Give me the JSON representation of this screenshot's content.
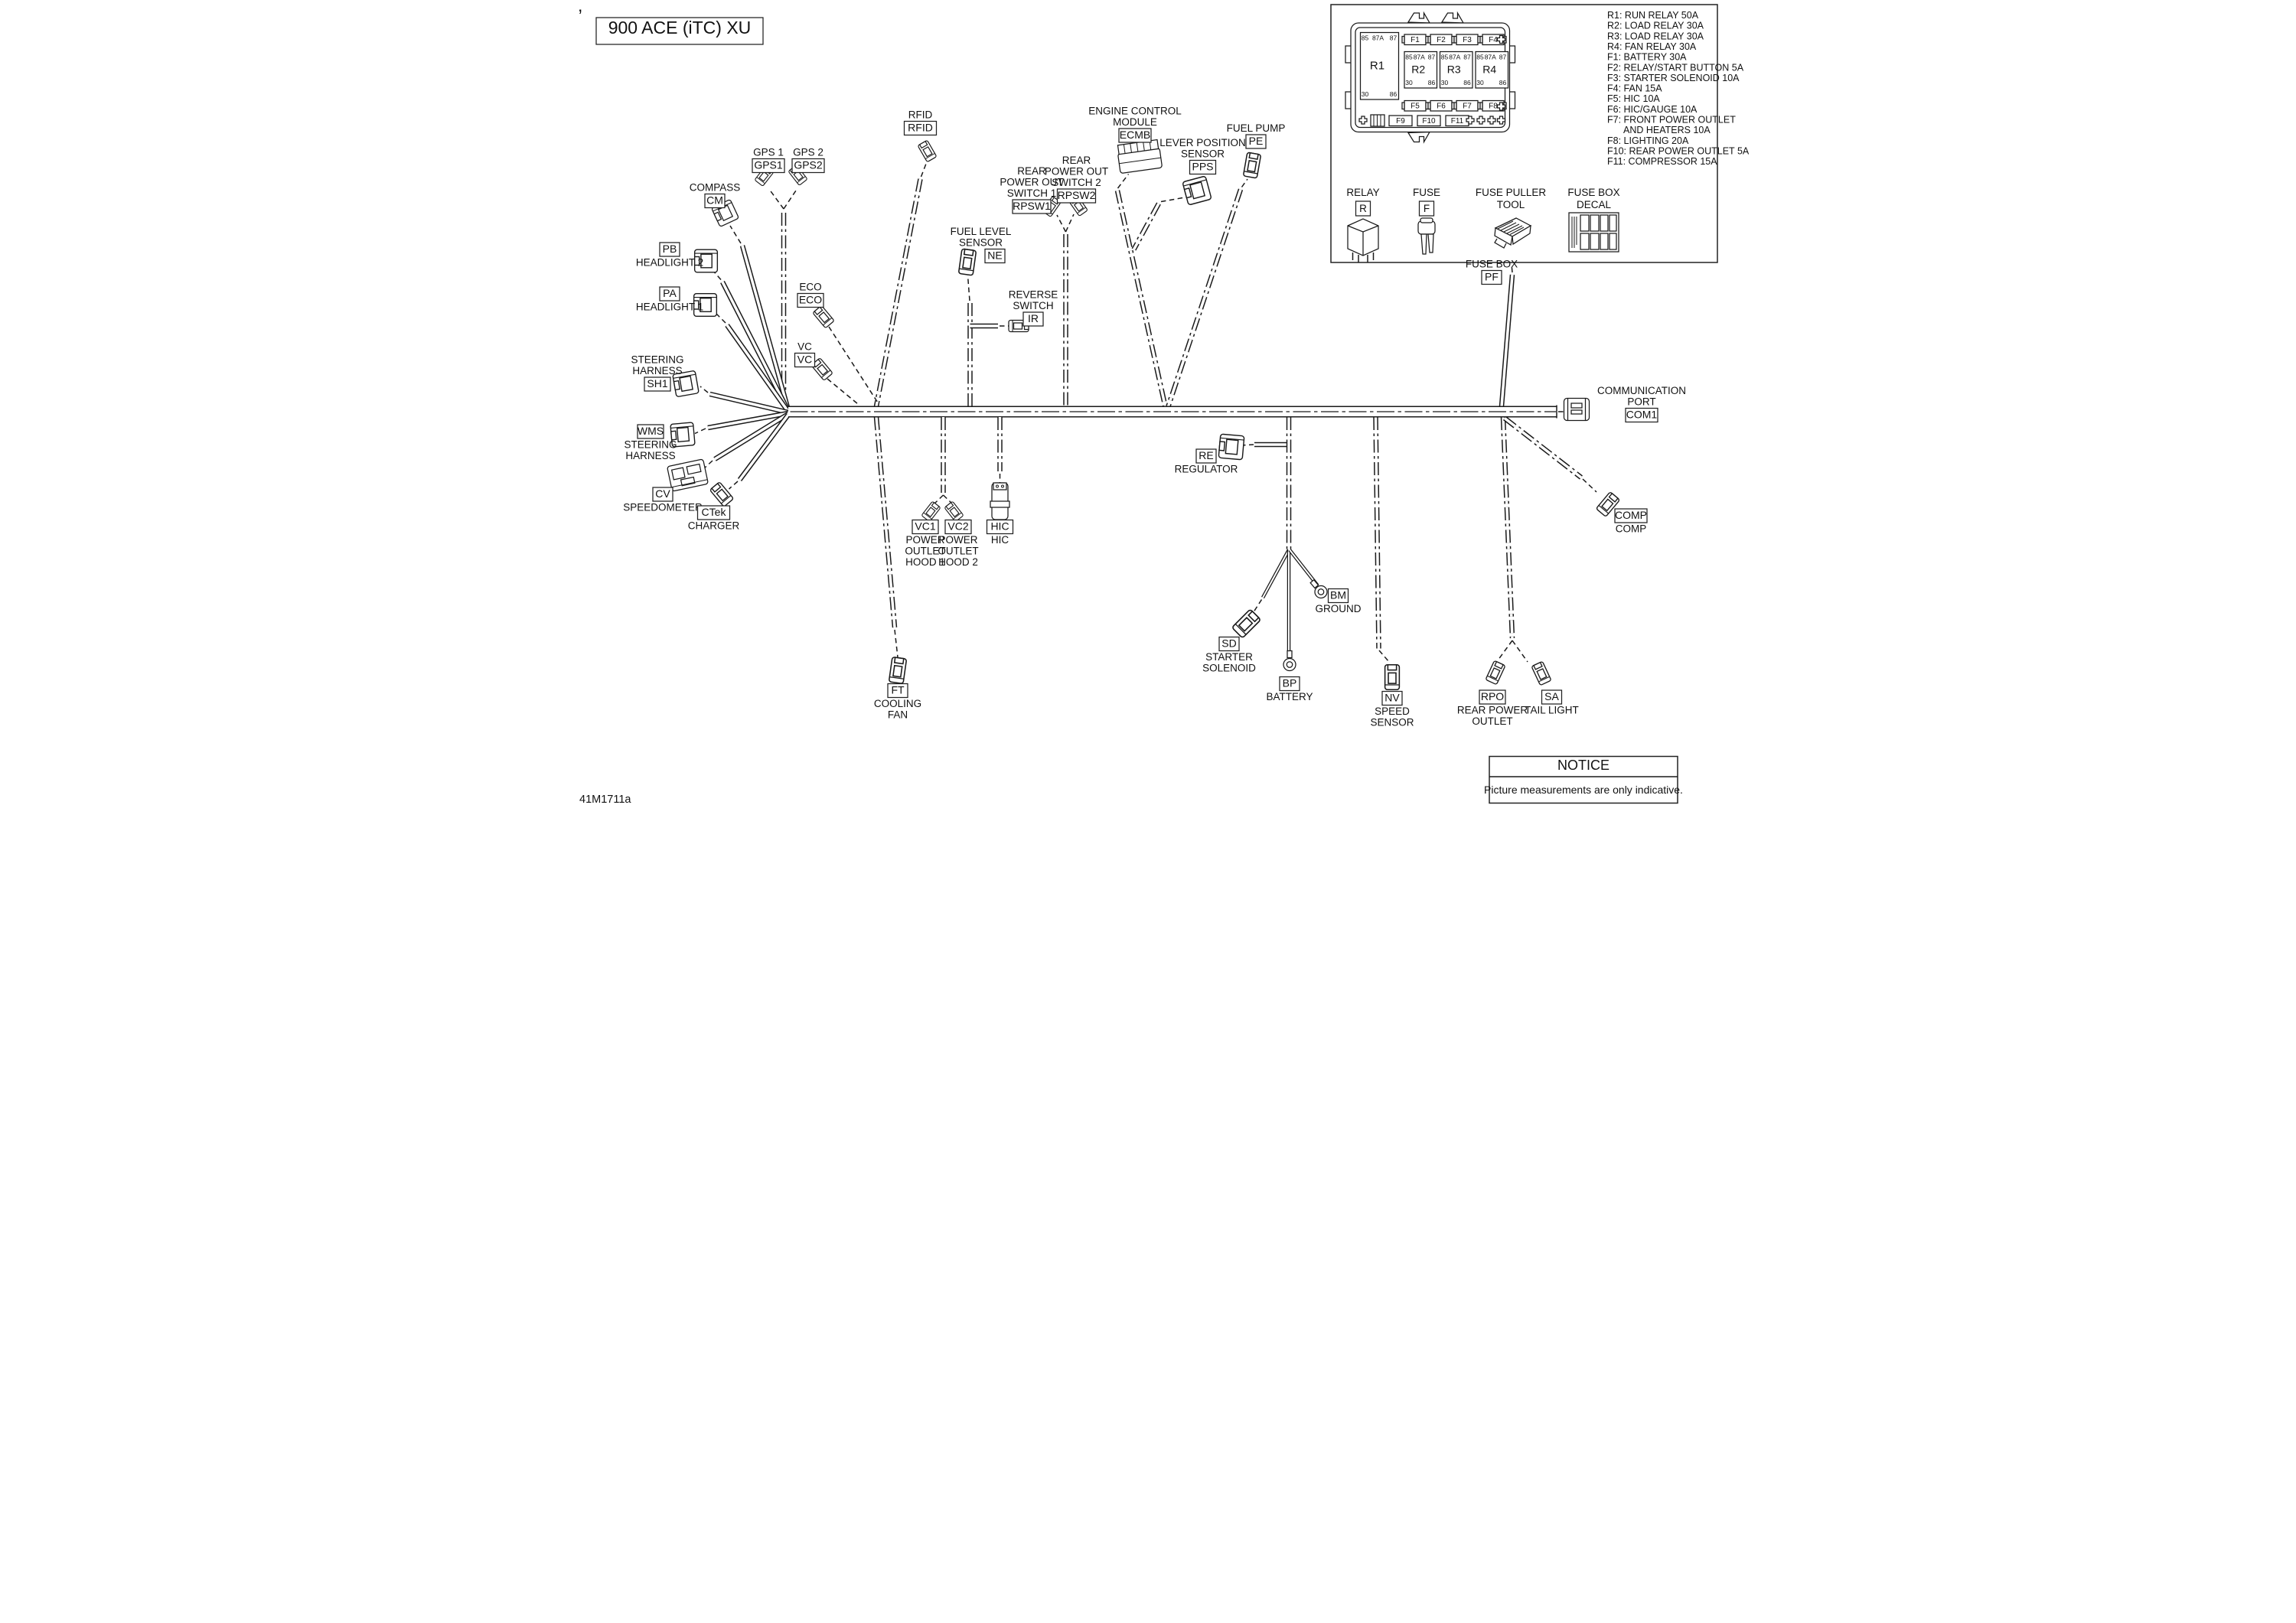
{
  "title": "900 ACE (iTC) XU",
  "drawing_number": "41M1711a",
  "corner_mark": ",",
  "notice": {
    "header": "NOTICE",
    "body": "Picture measurements are only indicative."
  },
  "fuse_panel": {
    "relay_pins_top": [
      "85",
      "87A",
      "87"
    ],
    "relay_pins_bottom": [
      "30",
      "86"
    ],
    "relays": [
      "R1",
      "R2",
      "R3",
      "R4"
    ],
    "fuses_row_top": [
      "F1",
      "F2",
      "F3",
      "F4"
    ],
    "fuses_row_mid": [
      "F5",
      "F6",
      "F7",
      "F8"
    ],
    "fuses_row_bottom": [
      "F9",
      "F10",
      "F11"
    ],
    "legend": [
      {
        "text": "R1: RUN RELAY 50A",
        "indent": false
      },
      {
        "text": "R2: LOAD RELAY 30A",
        "indent": false
      },
      {
        "text": "R3: LOAD RELAY 30A",
        "indent": false
      },
      {
        "text": "R4: FAN RELAY 30A",
        "indent": false
      },
      {
        "text": "F1: BATTERY 30A",
        "indent": false
      },
      {
        "text": "F2: RELAY/START BUTTON 5A",
        "indent": false
      },
      {
        "text": "F3: STARTER SOLENOID 10A",
        "indent": false
      },
      {
        "text": "F4: FAN 15A",
        "indent": false
      },
      {
        "text": "F5: HIC 10A",
        "indent": false
      },
      {
        "text": "F6: HIC/GAUGE 10A",
        "indent": false
      },
      {
        "text": "F7: FRONT POWER OUTLET",
        "indent": false
      },
      {
        "text": "AND HEATERS 10A",
        "indent": true
      },
      {
        "text": "F8: LIGHTING 20A",
        "indent": false
      },
      {
        "text": "F10: REAR POWER OUTLET 5A",
        "indent": false
      },
      {
        "text": "F11: COMPRESSOR 15A",
        "indent": false
      }
    ],
    "icons": [
      {
        "line1": "RELAY",
        "line2": "",
        "code": "R"
      },
      {
        "line1": "FUSE",
        "line2": "",
        "code": "F"
      },
      {
        "line1": "FUSE PULLER",
        "line2": "TOOL",
        "code": ""
      },
      {
        "line1": "FUSE BOX",
        "line2": "DECAL",
        "code": ""
      }
    ]
  },
  "components": [
    {
      "id": "gps1",
      "code": "GPS1",
      "name": [
        "GPS 1"
      ]
    },
    {
      "id": "gps2",
      "code": "GPS2",
      "name": [
        "GPS 2"
      ]
    },
    {
      "id": "compass",
      "code": "CM",
      "name": [
        "COMPASS"
      ]
    },
    {
      "id": "headlight2",
      "code": "PB",
      "name": [
        "HEADLIGHT 2"
      ]
    },
    {
      "id": "headlight1",
      "code": "PA",
      "name": [
        "HEADLIGHT 1"
      ]
    },
    {
      "id": "steering-harness-1",
      "code": "SH1",
      "name": [
        "STEERING",
        "HARNESS"
      ]
    },
    {
      "id": "steering-harness-wms",
      "code": "WMS",
      "name": [
        "STEERING",
        "HARNESS"
      ]
    },
    {
      "id": "speedometer",
      "code": "CV",
      "name": [
        "SPEEDOMETER"
      ]
    },
    {
      "id": "ctek-charger",
      "code": "CTek",
      "name": [
        "CHARGER"
      ]
    },
    {
      "id": "rfid",
      "code": "RFID",
      "name": [
        "RFID"
      ]
    },
    {
      "id": "eco",
      "code": "ECO",
      "name": [
        "ECO"
      ]
    },
    {
      "id": "vc",
      "code": "VC",
      "name": [
        "VC"
      ]
    },
    {
      "id": "cooling-fan",
      "code": "FT",
      "name": [
        "COOLING",
        "FAN"
      ]
    },
    {
      "id": "fuel-level-sensor",
      "code": "NE",
      "name": [
        "FUEL LEVEL",
        "SENSOR"
      ]
    },
    {
      "id": "reverse-switch",
      "code": "IR",
      "name": [
        "REVERSE",
        "SWITCH"
      ]
    },
    {
      "id": "rear-power-out-switch-1",
      "code": "RPSW1",
      "name": [
        "REAR",
        "POWER OUT",
        "SWITCH 1"
      ]
    },
    {
      "id": "rear-power-out-switch-2",
      "code": "RPSW2",
      "name": [
        "REAR",
        "POWER OUT",
        "SWITCH 2"
      ]
    },
    {
      "id": "engine-control-module",
      "code": "ECMB",
      "name": [
        "ENGINE CONTROL",
        "MODULE"
      ]
    },
    {
      "id": "lever-position-sensor",
      "code": "PPS",
      "name": [
        "LEVER POSITION",
        "SENSOR"
      ]
    },
    {
      "id": "fuel-pump",
      "code": "PE",
      "name": [
        "FUEL PUMP"
      ]
    },
    {
      "id": "power-outlet-hood-1",
      "code": "VC1",
      "name": [
        "POWER",
        "OUTLET",
        "HOOD 1"
      ]
    },
    {
      "id": "power-outlet-hood-2",
      "code": "VC2",
      "name": [
        "POWER",
        "OUTLET",
        "HOOD 2"
      ]
    },
    {
      "id": "hic",
      "code": "HIC",
      "name": [
        "HIC"
      ]
    },
    {
      "id": "regulator",
      "code": "RE",
      "name": [
        "REGULATOR"
      ]
    },
    {
      "id": "fuse-box",
      "code": "PF",
      "name": [
        "FUSE BOX"
      ]
    },
    {
      "id": "communication-port",
      "code": "COM1",
      "name": [
        "COMMUNICATION",
        "PORT"
      ]
    },
    {
      "id": "comp",
      "code": "COMP",
      "name": [
        "COMP"
      ]
    },
    {
      "id": "starter-solenoid",
      "code": "SD",
      "name": [
        "STARTER",
        "SOLENOID"
      ]
    },
    {
      "id": "ground",
      "code": "BM",
      "name": [
        "GROUND"
      ]
    },
    {
      "id": "battery",
      "code": "BP",
      "name": [
        "BATTERY"
      ]
    },
    {
      "id": "speed-sensor",
      "code": "NV",
      "name": [
        "SPEED",
        "SENSOR"
      ]
    },
    {
      "id": "rear-power-outlet",
      "code": "RPO",
      "name": [
        "REAR POWER",
        "OUTLET"
      ]
    },
    {
      "id": "tail-light",
      "code": "SA",
      "name": [
        "TAIL LIGHT"
      ]
    }
  ]
}
